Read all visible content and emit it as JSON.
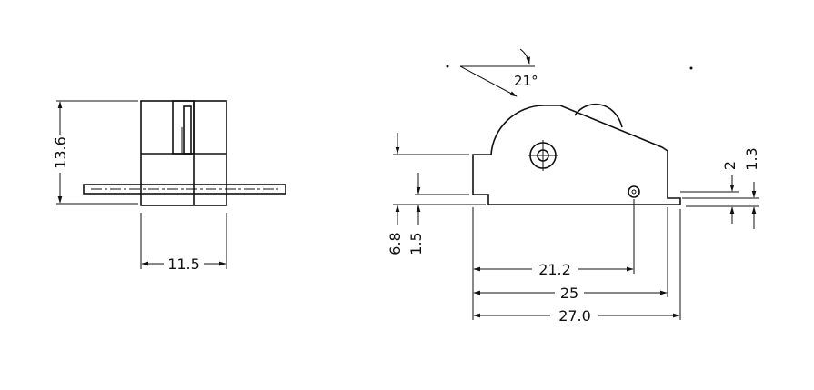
{
  "drawing": {
    "front_view": {
      "height_dim": "13.6",
      "width_dim": "11.5"
    },
    "side_view": {
      "angle_dim": "21°",
      "dims": [
        "21.2",
        "25",
        "27.0"
      ],
      "left_dims": [
        "6.8",
        "1.5"
      ],
      "right_dims": [
        "2",
        "1.3"
      ]
    }
  },
  "colors": {
    "line": "#111111",
    "background": "#ffffff"
  }
}
